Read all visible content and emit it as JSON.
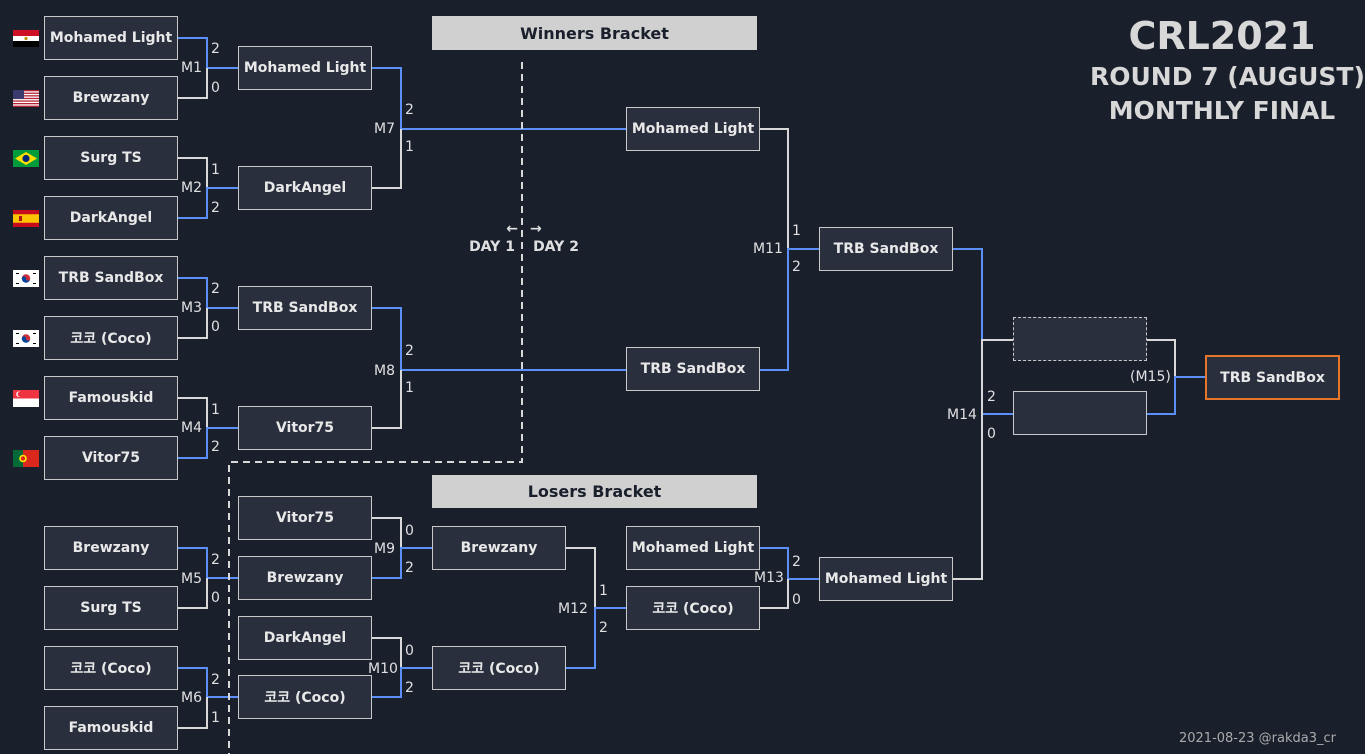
{
  "title": {
    "line1": "CRL2021",
    "line2": "ROUND 7 (AUGUST)",
    "line3": "MONTHLY FINAL"
  },
  "banners": {
    "winners": "Winners Bracket",
    "losers": "Losers Bracket"
  },
  "day_divider": {
    "left": "DAY 1",
    "right": "DAY 2",
    "left_arrow": "←",
    "right_arrow": "→"
  },
  "credit": "2021-08-23 @rakda3_cr",
  "players": {
    "r1_1": "Mohamed Light",
    "r1_2": "Brewzany",
    "r1_3": "Surg TS",
    "r1_4": "DarkAngel",
    "r1_5": "TRB SandBox",
    "r1_6": "코코 (Coco)",
    "r1_7": "Famouskid",
    "r1_8": "Vitor75",
    "l1_1": "Brewzany",
    "l1_2": "Surg TS",
    "l1_3": "코코 (Coco)",
    "l1_4": "Famouskid",
    "w2_1": "Mohamed Light",
    "w2_2": "DarkAngel",
    "w2_3": "TRB SandBox",
    "w2_4": "Vitor75",
    "l2_1": "Vitor75",
    "l2_2": "Brewzany",
    "l2_3": "DarkAngel",
    "l2_4": "코코 (Coco)",
    "w3_1": "Mohamed Light",
    "w3_2": "TRB SandBox",
    "l3_1": "Brewzany",
    "l3_2": "코코 (Coco)",
    "l4_1": "Mohamed Light",
    "l4_2": "코코 (Coco)",
    "w4_1": "TRB SandBox",
    "l5_1": "Mohamed Light",
    "f_1": "",
    "f_2": "",
    "champion": "TRB SandBox"
  },
  "flags": [
    "egypt-flag",
    "usa-flag",
    "brazil-flag",
    "spain-flag",
    "south-korea-flag",
    "south-korea-flag",
    "singapore-flag",
    "portugal-flag"
  ],
  "matches": {
    "m1": "M1",
    "m2": "M2",
    "m3": "M3",
    "m4": "M4",
    "m5": "M5",
    "m6": "M6",
    "m7": "M7",
    "m8": "M8",
    "m9": "M9",
    "m10": "M10",
    "m11": "M11",
    "m12": "M12",
    "m13": "M13",
    "m14": "M14",
    "m15": "(M15)"
  },
  "scores": {
    "m1": [
      "2",
      "0"
    ],
    "m2": [
      "1",
      "2"
    ],
    "m3": [
      "2",
      "0"
    ],
    "m4": [
      "1",
      "2"
    ],
    "m5": [
      "2",
      "0"
    ],
    "m6": [
      "2",
      "1"
    ],
    "m7": [
      "2",
      "1"
    ],
    "m8": [
      "2",
      "1"
    ],
    "m9": [
      "0",
      "2"
    ],
    "m10": [
      "0",
      "2"
    ],
    "m11": [
      "1",
      "2"
    ],
    "m12": [
      "1",
      "2"
    ],
    "m13": [
      "2",
      "0"
    ],
    "m14": [
      "2",
      "0"
    ]
  },
  "colors": {
    "background": "#1a1f2c",
    "winner_line": "#5b8ff9",
    "loser_line": "#d8d8d8",
    "champion_border": "#e8762a"
  }
}
